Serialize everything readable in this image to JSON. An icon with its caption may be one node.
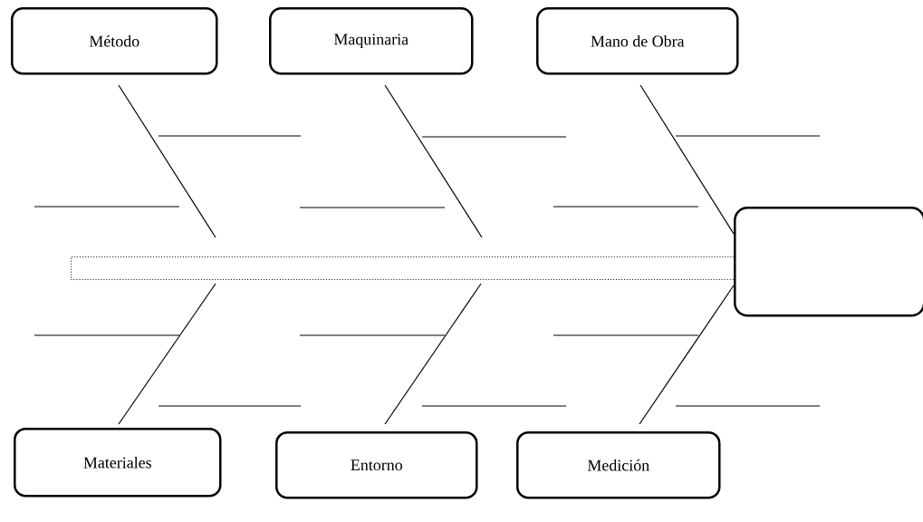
{
  "diagram": {
    "nodes": [
      {
        "text": [
          "Método"
        ]
      },
      {
        "text": [
          "Maquinaria"
        ]
      },
      {
        "text": [
          "Mano de Obra"
        ]
      },
      {
        "text": [],
        "shape": "bar"
      },
      {
        "text": [],
        "shape": "box"
      },
      {
        "text": [
          "Materiales"
        ]
      },
      {
        "text": [
          "Entorno"
        ]
      },
      {
        "text": [
          "Medición"
        ]
      }
    ],
    "edges": [
      {
        "from": 0,
        "to": 3,
        "arrow": "none"
      },
      {
        "from": 1,
        "to": 3,
        "arrow": "none"
      },
      {
        "from": 2,
        "to": 4,
        "arrow": "none"
      },
      {
        "from": 5,
        "to": 3,
        "arrow": "none"
      },
      {
        "from": 6,
        "to": 3,
        "arrow": "none"
      },
      {
        "from": 7,
        "to": 4,
        "arrow": "none"
      }
    ]
  }
}
